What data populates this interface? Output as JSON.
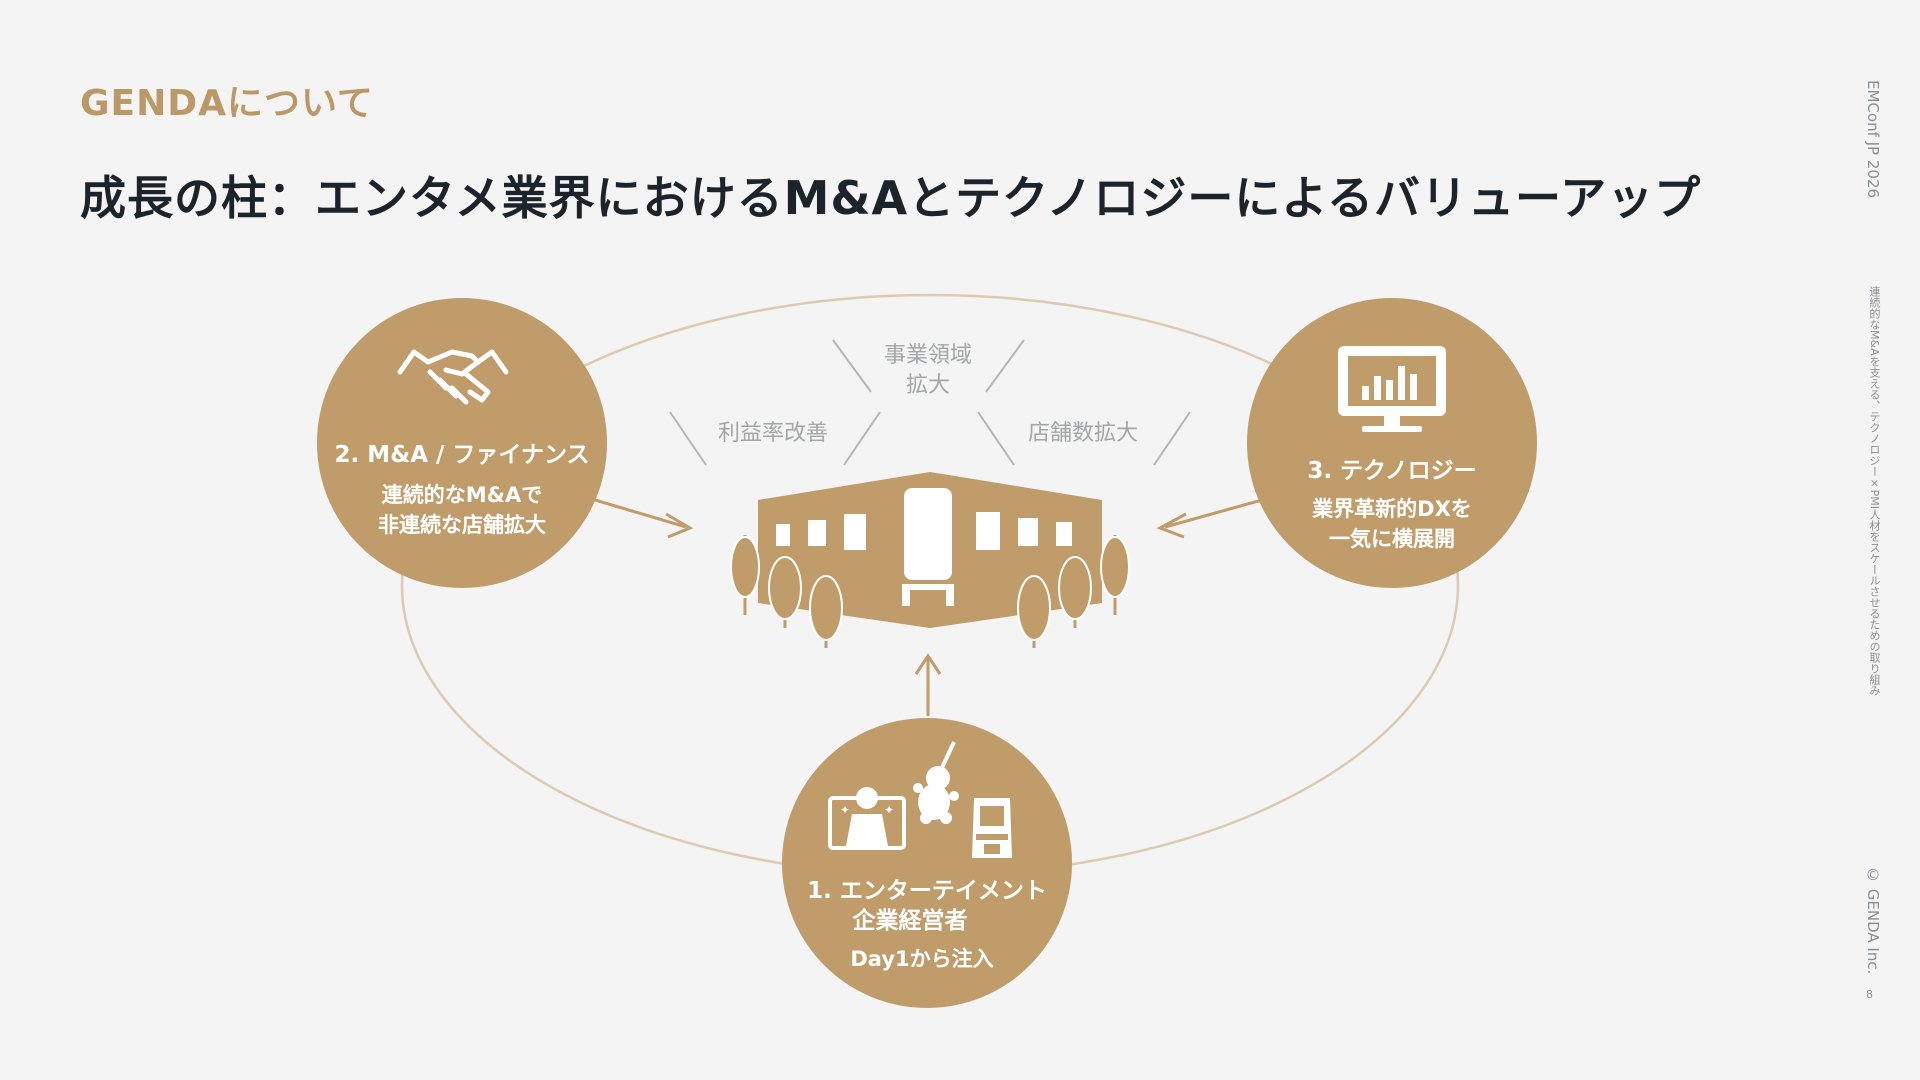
{
  "header": {
    "section_label": "GENDAについて",
    "title": "成長の柱：エンタメ業界におけるM&Aとテクノロジーによるバリューアップ"
  },
  "sidebar": {
    "event": "EMConf JP 2026",
    "subtitle": "連続的なM&Aを支える、テクノロジー×PMI人材をスケールさせるための取り組み",
    "copyright": "© GENDA Inc.",
    "page_number": "8"
  },
  "diagram": {
    "colors": {
      "gold": "#bf9c6a",
      "ring": "#dccbb2",
      "text_on_gold": "#ffffff",
      "label_gray": "#a3a5a7"
    },
    "growth_labels": {
      "top_line1": "事業領域",
      "top_line2": "拡大",
      "left": "利益率改善",
      "right": "店舗数拡大"
    },
    "pillars": {
      "ma": {
        "icon": "handshake-icon",
        "title": "2. M&A / ファイナンス",
        "desc_line1": "連続的なM&Aで",
        "desc_line2": "非連続な店舗拡大"
      },
      "tech": {
        "icon": "monitor-chart-icon",
        "title": "3. テクノロジー",
        "desc_line1": "業界革新的DXを",
        "desc_line2": "一気に横展開"
      },
      "ent": {
        "icon": "entertainment-icons",
        "title_line1": "1. エンターテイメント",
        "title_line2": "企業経営者",
        "desc": "Day1から注入"
      }
    },
    "center_icon": "storefront-icon"
  }
}
